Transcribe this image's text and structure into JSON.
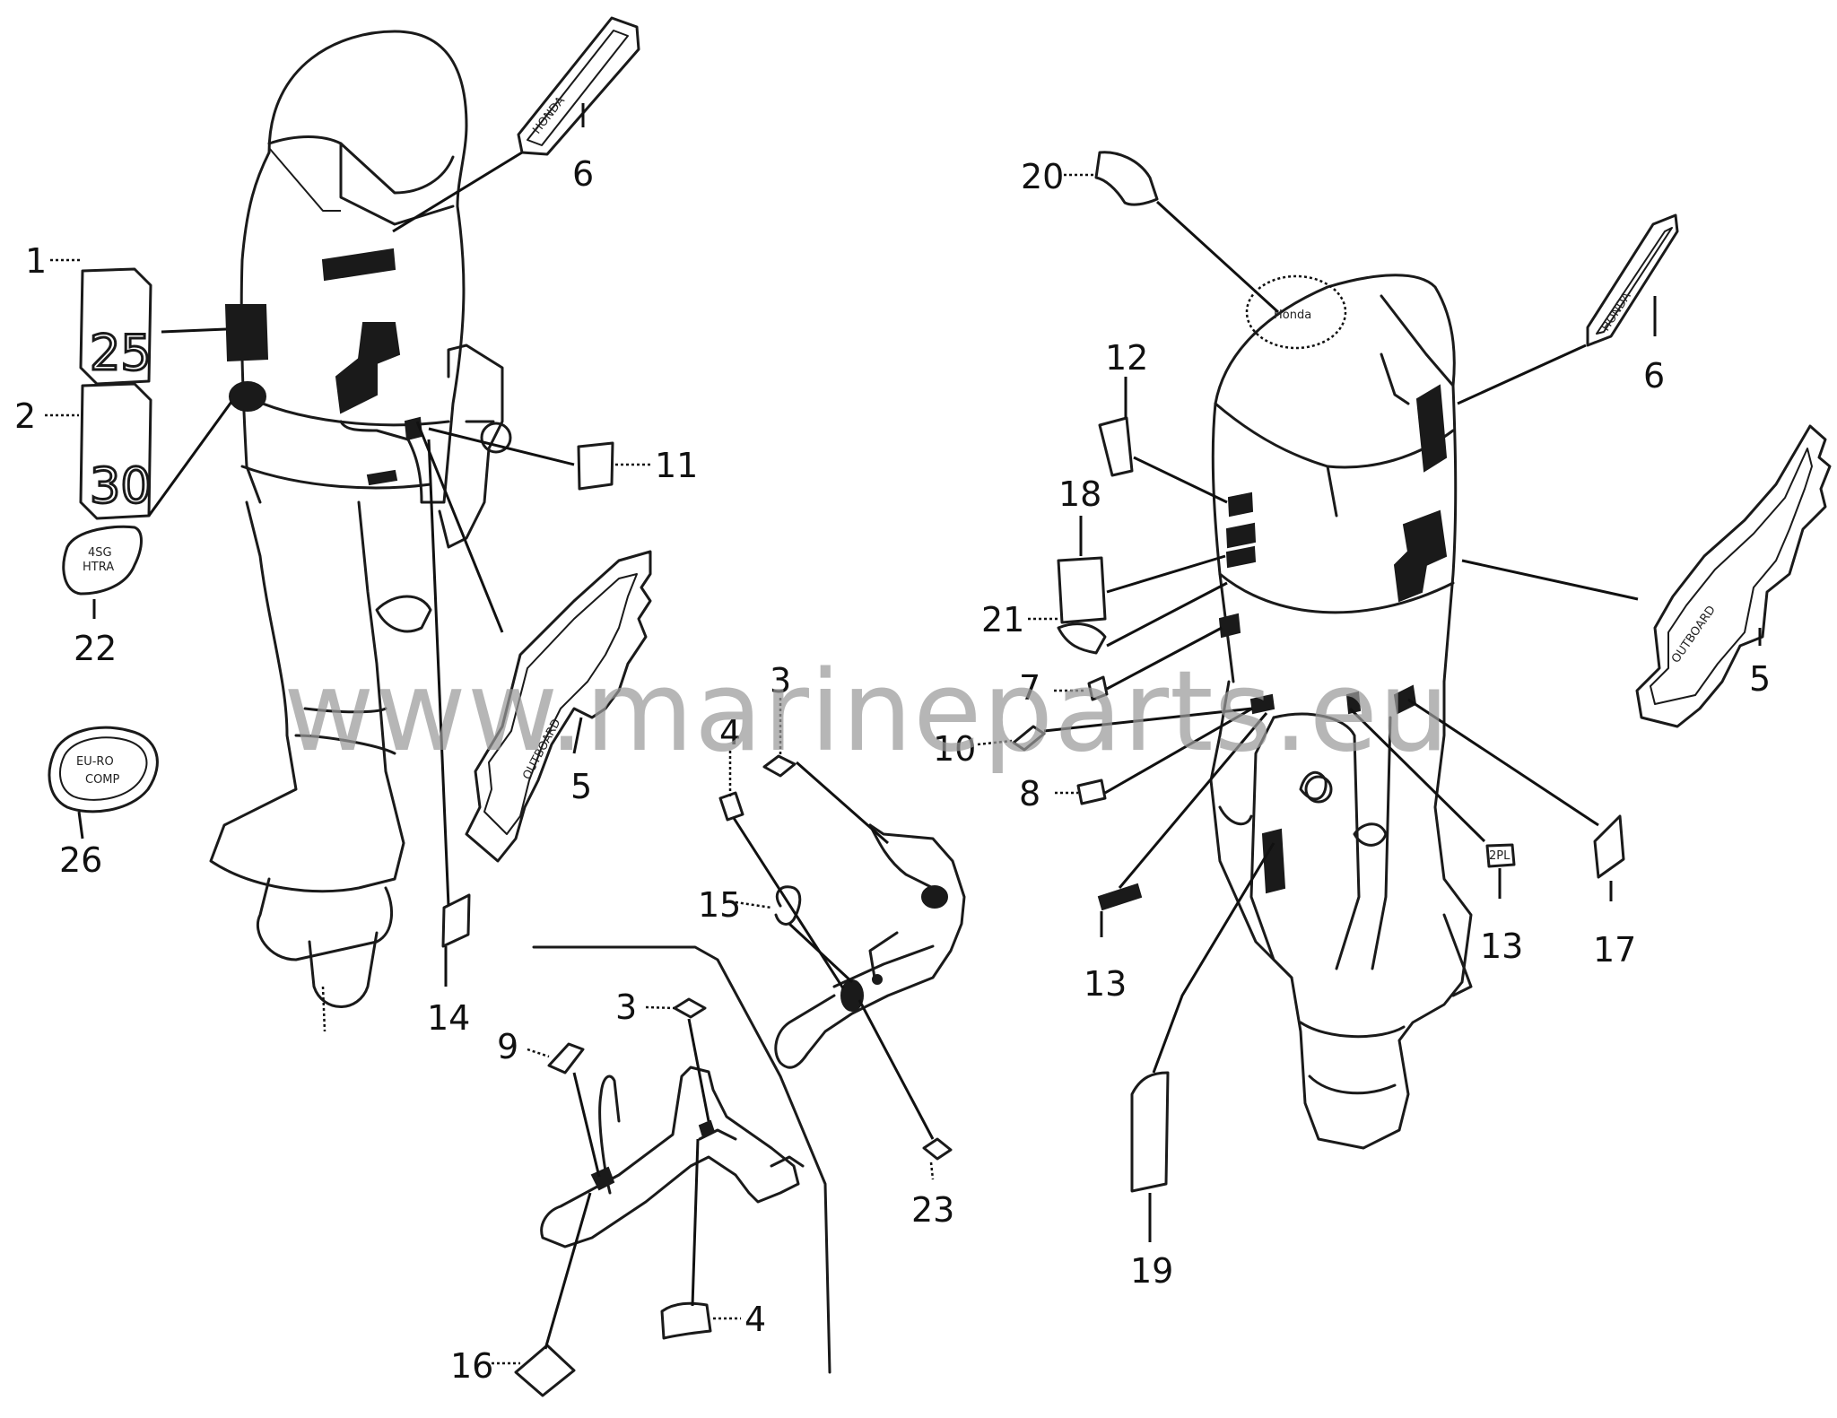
{
  "watermark": "www.marineparts.eu",
  "callouts": {
    "c1": "1",
    "c2": "2",
    "c3a": "3",
    "c3b": "3",
    "c4a": "4",
    "c4b": "4",
    "c5a": "5",
    "c5b": "5",
    "c6a": "6",
    "c6b": "6",
    "c7": "7",
    "c8": "8",
    "c9": "9",
    "c10": "10",
    "c11": "11",
    "c12": "12",
    "c13a": "13",
    "c13b": "13",
    "c14": "14",
    "c15": "15",
    "c16": "16",
    "c17": "17",
    "c18": "18",
    "c19": "19",
    "c20": "20",
    "c21": "21",
    "c22": "22",
    "c23": "23",
    "c26": "26"
  }
}
